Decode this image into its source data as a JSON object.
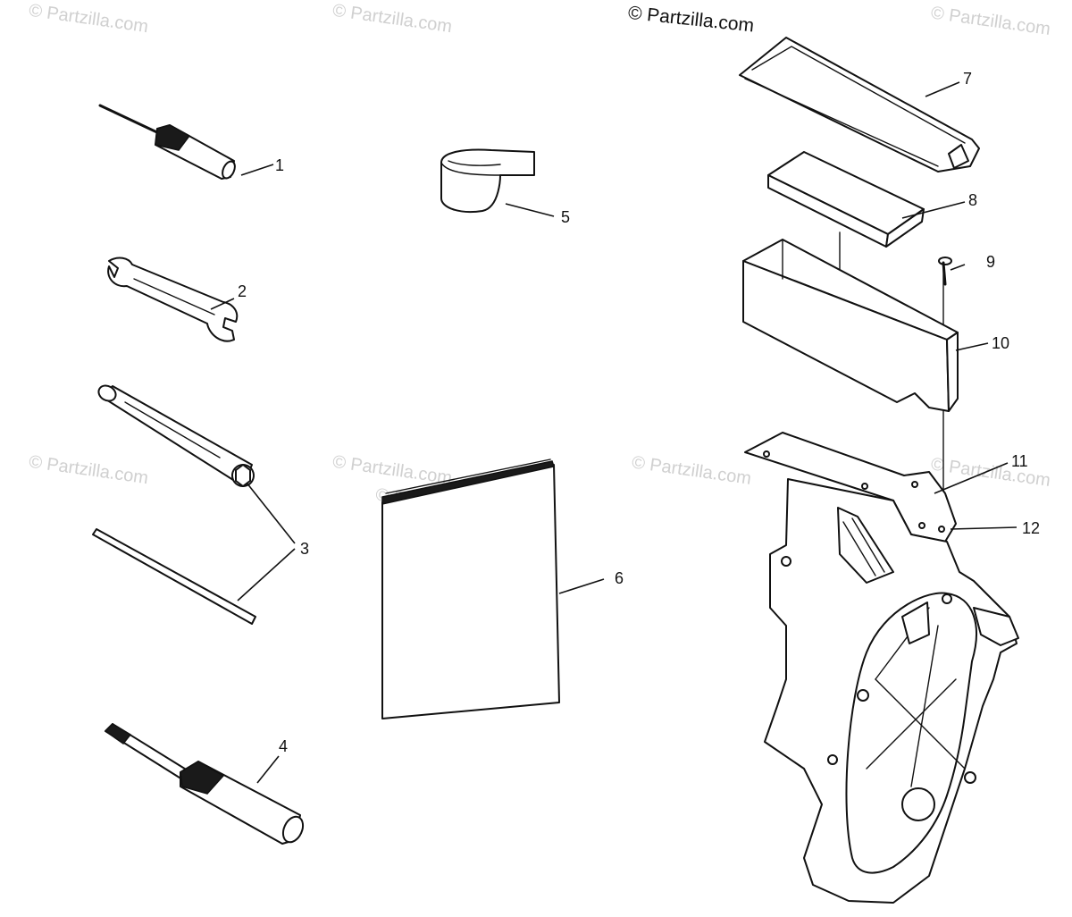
{
  "copyright": "© Partzilla.com",
  "watermarks": [
    "© Partzilla.com",
    "© Partzilla.com",
    "© Partzilla.com",
    "© Partzilla.com",
    "© Partzilla.com",
    "© Partzilla.com",
    "© Partzilla.com",
    "© Partzilla.com"
  ],
  "callouts": {
    "c1": "1",
    "c2": "2",
    "c3": "3",
    "c4": "4",
    "c5": "5",
    "c6": "6",
    "c7": "7",
    "c8": "8",
    "c9": "9",
    "c10": "10",
    "c11": "11",
    "c12": "12"
  },
  "colors": {
    "line": "#111111",
    "watermark": "#d0d0d0",
    "background": "#ffffff"
  }
}
